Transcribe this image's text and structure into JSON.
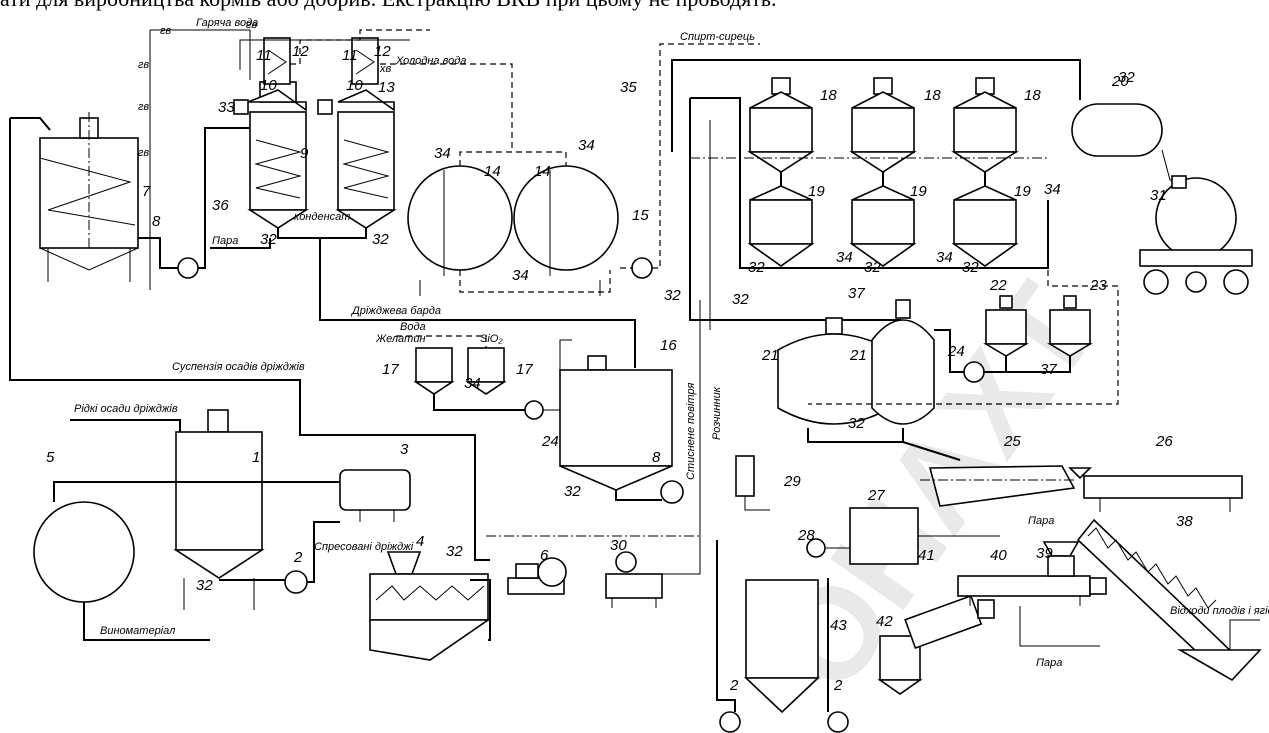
{
  "header_text": "ати для виробництва кормів або добрив. Екстракцію ВКВ при цьому не проводять.",
  "watermark": "ОНАХТ",
  "labels": {
    "hot_water": "Гаряча вода",
    "gv": "гв",
    "cold_water": "Холодна вода",
    "xv": "хв",
    "steam": "Пара",
    "condensate": "конденсат",
    "alcohol_raw": "Спирт-сирець",
    "yeast_stillage": "Дріжджева барда",
    "water": "Вода",
    "gelatin": "Желатин",
    "sio2": "SiO₂",
    "yeast_suspension": "Суспензія осадів дріжджів",
    "liquid_yeast": "Рідкі осади дріжджів",
    "compressed_air": "Стиснене повітря",
    "solvent": "Розчинник",
    "pressed_yeast": "Спресовані дріжджі",
    "wine_material": "Виноматеріал",
    "fruit_waste": "Відходи плодів і ягід"
  },
  "numbers": {
    "n1": "1",
    "n2": "2",
    "n3": "3",
    "n4": "4",
    "n5": "5",
    "n6": "6",
    "n7": "7",
    "n8": "8",
    "n9": "9",
    "n10": "10",
    "n11": "11",
    "n12": "12",
    "n13": "13",
    "n14": "14",
    "n15": "15",
    "n16": "16",
    "n17": "17",
    "n18": "18",
    "n19": "19",
    "n20": "20",
    "n21": "21",
    "n22": "22",
    "n23": "23",
    "n24": "24",
    "n25": "25",
    "n26": "26",
    "n27": "27",
    "n28": "28",
    "n29": "29",
    "n30": "30",
    "n31": "31",
    "n32": "32",
    "n33": "33",
    "n34": "34",
    "n35": "35",
    "n36": "36",
    "n37": "37",
    "n38": "38",
    "n39": "39",
    "n40": "40",
    "n41": "41",
    "n42": "42",
    "n43": "43"
  }
}
